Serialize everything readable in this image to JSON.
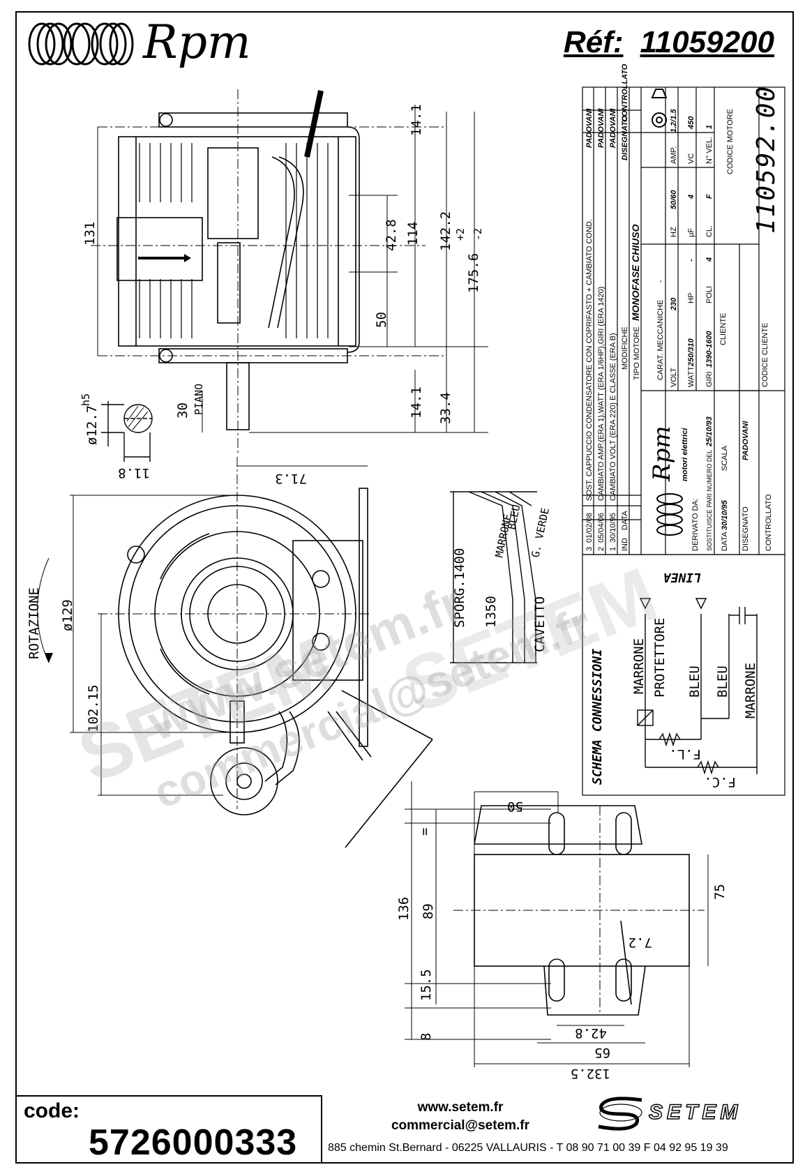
{
  "header": {
    "logo_text": "Rpm",
    "ref_label": "Réf:",
    "ref_value": "11059200"
  },
  "top_view": {
    "dims": [
      "131",
      "42.8",
      "114",
      "142.2",
      "175.6",
      "+2",
      "-2",
      "50",
      "14.1",
      "14.1",
      "33.4",
      "30"
    ],
    "piano_label": "PIANO",
    "shaft_diameter": "ø12.7",
    "shaft_tolerance": "h5",
    "shaft_flat": "11.8"
  },
  "front_view": {
    "rotation_label": "ROTAZIONE",
    "dims": [
      "71.3",
      "ø129",
      "102.15"
    ]
  },
  "cable": {
    "wires": [
      "MARRONE",
      "BLEU",
      "G. VERDE"
    ],
    "sporg_label": "SPORG.1400",
    "length": "1350",
    "cable_label": "CAVETTO"
  },
  "bracket_view": {
    "dims": [
      "50",
      "=",
      "136",
      "89",
      "75",
      "7.2",
      "15.5",
      "8",
      "42.8",
      "65",
      "132.5"
    ]
  },
  "revisions": [
    {
      "ind": "3",
      "date": "01/02/08",
      "text": "SOST. CAPPUCCIO CONDENSATORE CON COPRIFASTO + CAMBIATO COND.",
      "by": "PADOVANI"
    },
    {
      "ind": "2",
      "date": "05/04/06",
      "text": "CAMBIATO AMP.(ERA 1),WATT (ERA 1/6HP),GIRI (ERA 1420)",
      "by": "PADOVANI"
    },
    {
      "ind": "1",
      "date": "30/10/95",
      "text": "CAMBIATO VOLT (ERA 220) E CLASSE (ERA B)",
      "by": "PADOVANI"
    }
  ],
  "title_block": {
    "col_ind": "IND",
    "col_data": "DATA",
    "col_modifiche": "MODIFICHE",
    "col_disegnato": "DISEGNATO",
    "col_controllato": "CONTROLLATO",
    "tipo_motore_label": "TIPO MOTORE",
    "tipo_motore": "MONOFASE CHIUSO",
    "carat_label": "CARAT. MECCANICHE",
    "carat_value": "-",
    "volt_label": "VOLT",
    "volt": "230",
    "hz_label": "HZ",
    "hz": "50/60",
    "amp_label": "AMP.",
    "amp": "1.2/1.5",
    "watt_label": "WATT",
    "watt": "250/310",
    "hp_label": "HP",
    "hp": "-",
    "uf_label": "µF",
    "uf": "4",
    "vc_label": "VC",
    "vc": "450",
    "giri_label": "GIRI",
    "giri": "1390-1600",
    "poli_label": "POLI",
    "poli": "4",
    "cl_label": "CL.",
    "cl": "F",
    "nvel_label": "N° VEL.",
    "nvel": "1",
    "cliente_label": "CLIENTE",
    "codice_motore_label": "CODICE MOTORE",
    "codice_motore": "110592.00",
    "brand_sub": "motori elettrici",
    "derivato_label": "DERIVATO DA:",
    "sostituisce_label": "SOSTITUISCE PARI NUMERO DEL",
    "sostituisce_date": "25/10/93",
    "data_label": "DATA",
    "data_value": "30/10/95",
    "scala_label": "SCALA",
    "disegnato_label": "DISEGNATO",
    "disegnato_by": "PADOVANI",
    "controllato_label": "CONTROLLATO",
    "codice_cliente_label": "CODICE CLIENTE"
  },
  "schema": {
    "title": "SCHEMA CONNESSIONI",
    "linea": "LINEA",
    "wires": [
      "MARRONE",
      "PROTETTORE",
      "BLEU",
      "BLEU",
      "MARRONE"
    ],
    "fl": "F.L.",
    "fc": "F.C."
  },
  "watermarks": [
    "www.setem.fr",
    "SETEM",
    "SETEM",
    "commercial@setem.fr"
  ],
  "footer": {
    "code_label": "code:",
    "code_value": "5726000333",
    "website": "www.setem.fr",
    "email": "commercial@setem.fr",
    "brand": "SETEM",
    "address": "885 chemin St.Bernard  -  06225 VALLAURIS  -  T 08 90 71 00 39  F 04 92 95 19 39"
  }
}
